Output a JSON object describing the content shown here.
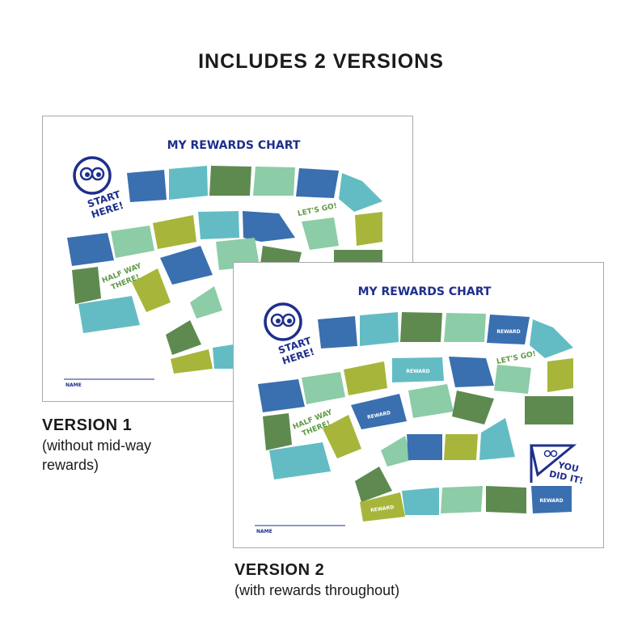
{
  "headline": "INCLUDES 2 VERSIONS",
  "colors": {
    "navy": "#1e2f8c",
    "blue": "#3a6fb0",
    "teal": "#63bcc4",
    "mint": "#8ccca6",
    "green": "#5e8a50",
    "olive": "#a7b63a",
    "text_green": "#5e9a45"
  },
  "version1": {
    "chart_title": "MY REWARDS CHART",
    "start_line1": "START",
    "start_line2": "HERE!",
    "lets_go": "LET'S GO!",
    "halfway_line1": "HALF WAY",
    "halfway_line2": "THERE!",
    "name_label": "NAME",
    "caption_title": "VERSION 1",
    "caption_line1": "(without mid-way",
    "caption_line2": "rewards)"
  },
  "version2": {
    "chart_title": "MY REWARDS CHART",
    "start_line1": "START",
    "start_line2": "HERE!",
    "lets_go": "LET'S GO!",
    "halfway_line1": "HALF WAY",
    "halfway_line2": "THERE!",
    "you_did_it_line1": "YOU",
    "you_did_it_line2": "DID IT!",
    "reward_label": "REWARD",
    "name_label": "NAME",
    "caption_title": "VERSION 2",
    "caption_line1": "(with rewards throughout)"
  }
}
